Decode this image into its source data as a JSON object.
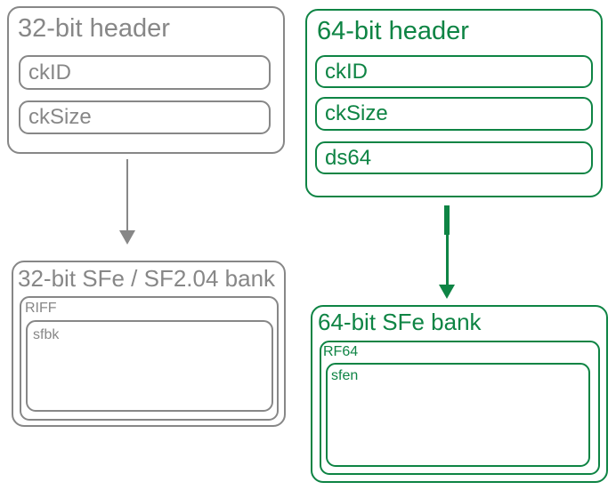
{
  "colors": {
    "gray": "#878787",
    "green": "#0e8444",
    "background": "#ffffff"
  },
  "header32": {
    "title": "32-bit header",
    "chunks": [
      "ckID",
      "ckSize"
    ]
  },
  "header64": {
    "title": "64-bit header",
    "chunks": [
      "ckID",
      "ckSize",
      "ds64"
    ]
  },
  "bank32": {
    "title": "32-bit SFe / SF2.04 bank",
    "container_label": "RIFF",
    "inner_label": "sfbk"
  },
  "bank64": {
    "title": "64-bit SFe bank",
    "container_label": "RF64",
    "inner_label": "sfen"
  }
}
